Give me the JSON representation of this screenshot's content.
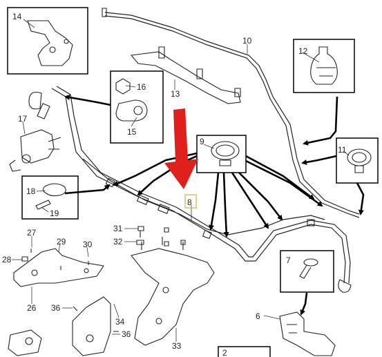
{
  "diagram": {
    "callouts": {
      "c14": "14",
      "c10": "10",
      "c12": "12",
      "c16": "16",
      "c13": "13",
      "c15": "15",
      "c17": "17",
      "c9": "9",
      "c11": "11",
      "c18": "18",
      "c19": "19",
      "c8": "8",
      "c31": "31",
      "c32": "32",
      "c27": "27",
      "c29": "29",
      "c30": "30",
      "c28": "28",
      "c7": "7",
      "c26": "26",
      "c36a": "36",
      "c34": "34",
      "c36b": "36",
      "c6": "6",
      "c33": "33",
      "c2": "2"
    },
    "colors": {
      "highlight_arrow": "#e0201c",
      "highlight_box": "#e8b860",
      "line": "#222222"
    }
  }
}
